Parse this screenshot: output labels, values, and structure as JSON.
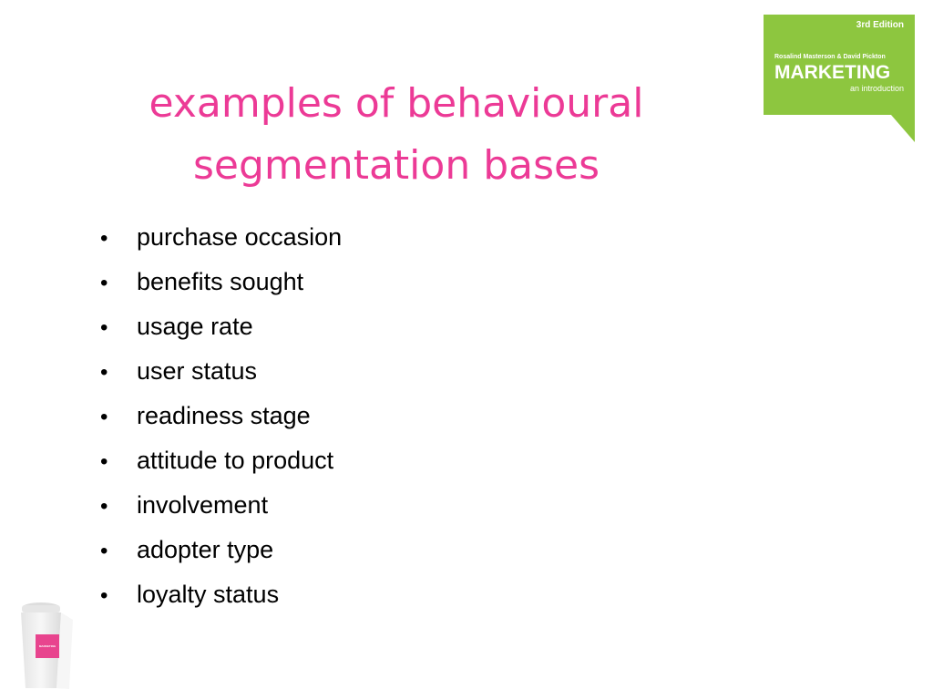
{
  "slide": {
    "title_line1": "examples of behavioural",
    "title_line2": "segmentation bases",
    "bullets": [
      "purchase occasion",
      "benefits sought",
      "usage rate",
      "user status",
      "readiness stage",
      "attitude to product",
      "involvement",
      "adopter type",
      "loyalty status"
    ]
  },
  "book_badge": {
    "edition": "3rd Edition",
    "authors": "Rosalind Masterson & David Pickton",
    "title": "MARKETING",
    "subtitle": "an introduction",
    "color": "#8dc63f"
  },
  "cup": {
    "label": "MARKETING",
    "label_color": "#e8448e"
  },
  "colors": {
    "title": "#ec3a96",
    "text": "#000000"
  }
}
